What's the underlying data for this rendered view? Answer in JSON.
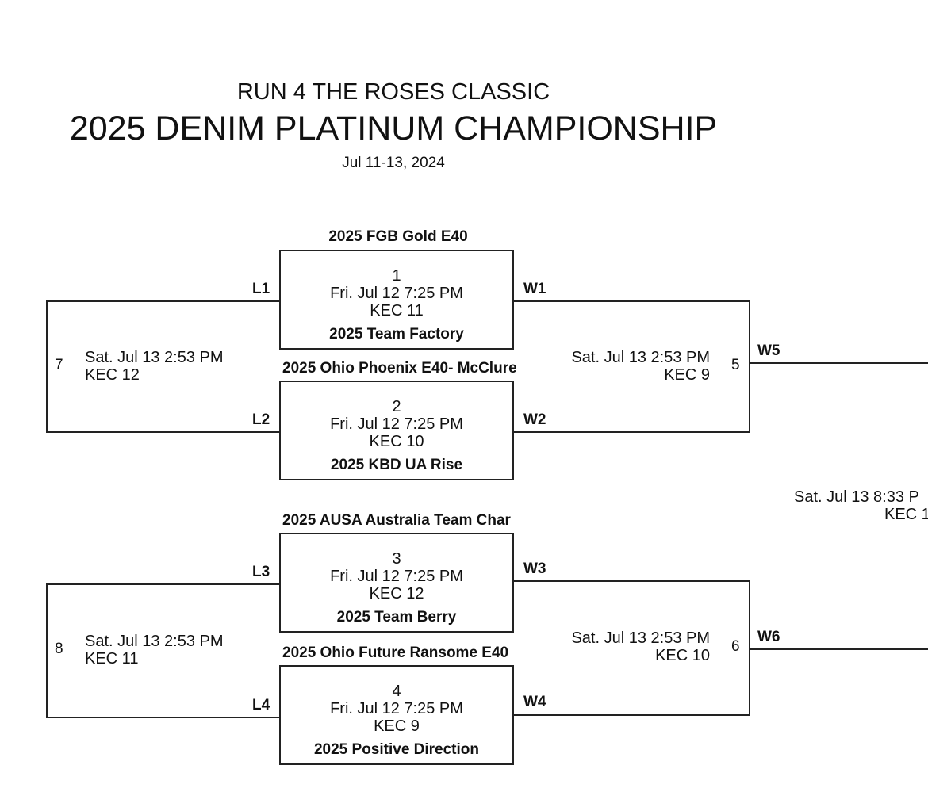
{
  "header": {
    "subtitle": "RUN 4 THE ROSES CLASSIC",
    "title": "2025 DENIM PLATINUM CHAMPIONSHIP",
    "dates": "Jul 11-13, 2024"
  },
  "round1": [
    {
      "number": "1",
      "time": "Fri. Jul 12 7:25 PM",
      "court": "KEC 11",
      "team_top": "2025 FGB Gold E40",
      "team_bottom": "2025 Team Factory",
      "loser_tag": "L1",
      "winner_tag": "W1"
    },
    {
      "number": "2",
      "time": "Fri. Jul 12 7:25 PM",
      "court": "KEC 10",
      "team_top": "2025 Ohio Phoenix E40- McClure",
      "team_bottom": "2025 KBD UA Rise",
      "loser_tag": "L2",
      "winner_tag": "W2"
    },
    {
      "number": "3",
      "time": "Fri. Jul 12 7:25 PM",
      "court": "KEC 12",
      "team_top": "2025 AUSA Australia Team Char",
      "team_bottom": "2025 Team Berry",
      "loser_tag": "L3",
      "winner_tag": "W3"
    },
    {
      "number": "4",
      "time": "Fri. Jul 12 7:25 PM",
      "court": "KEC 9",
      "team_top": "2025 Ohio Future Ransome E40",
      "team_bottom": "2025 Positive Direction",
      "loser_tag": "L4",
      "winner_tag": "W4"
    }
  ],
  "consolation": [
    {
      "number": "7",
      "time": "Sat. Jul 13 2:53 PM",
      "court": "KEC 12"
    },
    {
      "number": "8",
      "time": "Sat. Jul 13 2:53 PM",
      "court": "KEC 11"
    }
  ],
  "semifinals": [
    {
      "number": "5",
      "time": "Sat. Jul 13 2:53 PM",
      "court": "KEC 9",
      "winner_tag": "W5"
    },
    {
      "number": "6",
      "time": "Sat. Jul 13 2:53 PM",
      "court": "KEC 10",
      "winner_tag": "W6"
    }
  ],
  "final": {
    "time": "Sat. Jul 13 8:33 P",
    "court": "KEC 1"
  }
}
